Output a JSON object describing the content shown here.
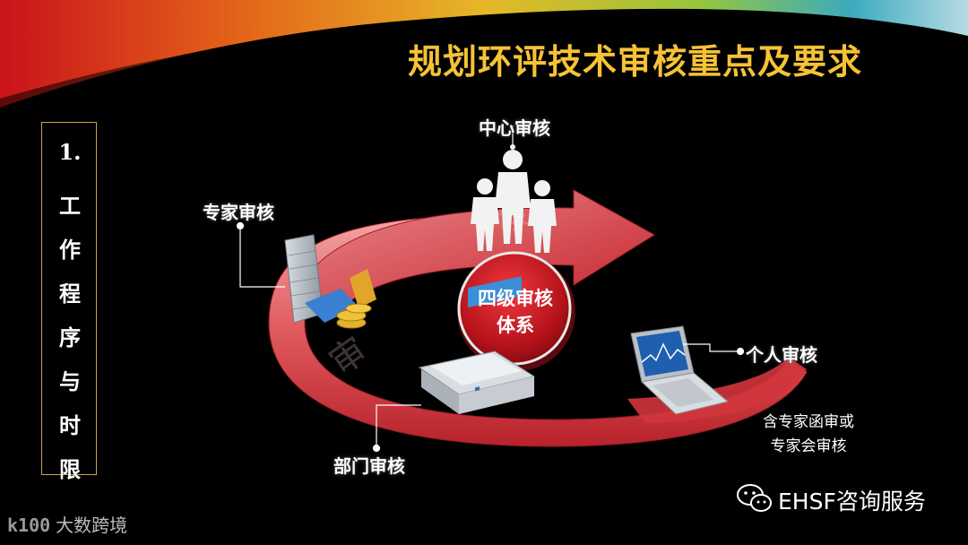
{
  "title": "规划环评技术审核重点及要求",
  "sidebar": {
    "number": "1.",
    "chars": [
      "工",
      "作",
      "程",
      "序",
      "与",
      "时",
      "限"
    ]
  },
  "diagram": {
    "center": [
      "四级审核",
      "体系"
    ],
    "nodes": {
      "top": "中心审核",
      "left": "专家审核",
      "bottom": "部门审核",
      "right": "个人审核"
    },
    "note": [
      "含专家函审或",
      "专家会审核"
    ]
  },
  "brand": "EHSF咨询服务",
  "logo": {
    "mark": "k100",
    "text": "大数跨境"
  },
  "colors": {
    "title": "#f6c236",
    "arrow": "#d8373d",
    "circle": "#c0151c"
  }
}
